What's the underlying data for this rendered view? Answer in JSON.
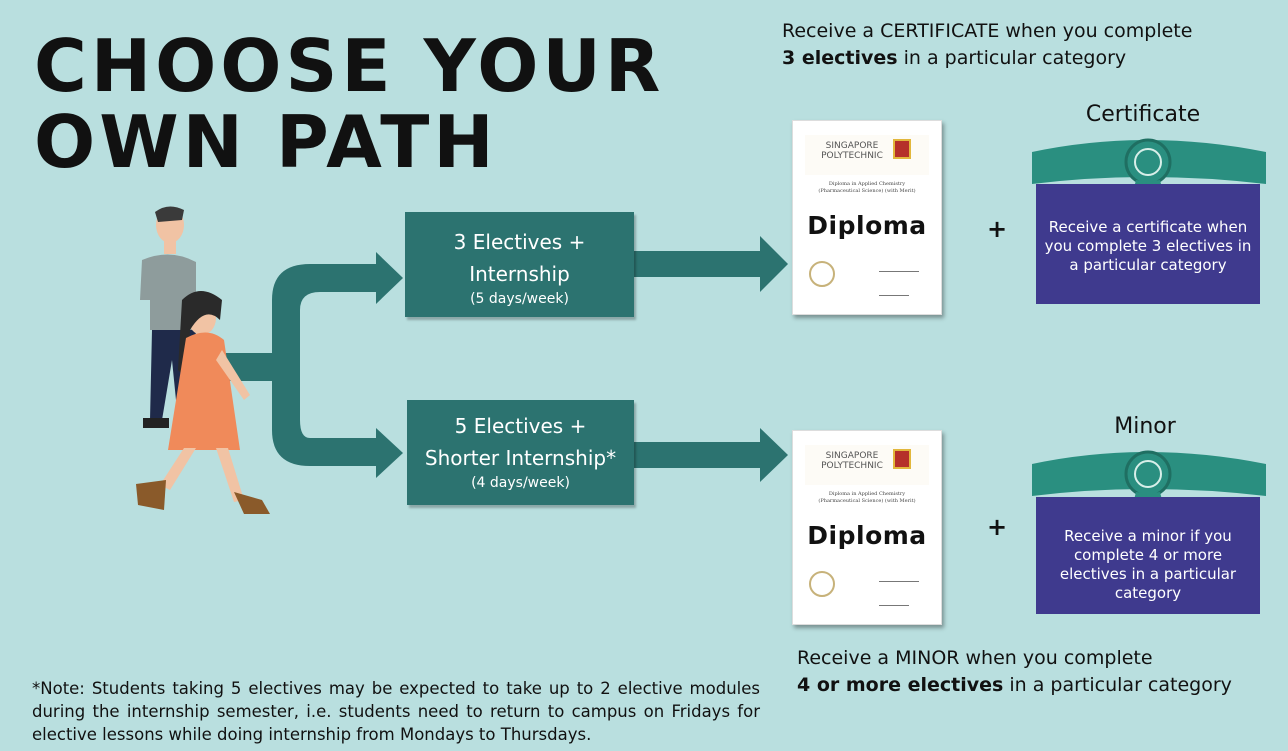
{
  "title": {
    "line1": "CHOOSE YOUR",
    "line2": "OWN PATH"
  },
  "certificate_note": {
    "line1": "Receive a CERTIFICATE when you complete",
    "line2_bold": "3 electives",
    "line2_rest": " in a particular category"
  },
  "minor_note": {
    "line1": "Receive a MINOR when you complete",
    "line2_bold": "4 or more electives",
    "line2_rest": " in a particular category"
  },
  "path1": {
    "line1": "3 Electives +",
    "line2": "Internship",
    "sub": "(5 days/week)"
  },
  "path2": {
    "line1": "5 Electives +",
    "line2": "Shorter Internship*",
    "sub": "(4 days/week)"
  },
  "diploma": {
    "org_line1": "SINGAPORE",
    "org_line2": "POLYTECHNIC",
    "small_text": "Diploma in Applied Chemistry (Pharmaceutical Science) (with Merit)",
    "word": "Diploma"
  },
  "plus_sign": "+",
  "certificate": {
    "title": "Certificate",
    "text": "Receive a certificate when you complete 3 electives in a particular category"
  },
  "minor": {
    "title": "Minor",
    "text": "Receive a minor if you complete 4 or more electives in a particular category"
  },
  "footnote": "*Note: Students taking 5 electives may be expected to take up to 2 elective modules during the internship semester, i.e. students need to return to campus on Fridays for elective lessons while doing internship from Mondays to Thursdays.",
  "colors": {
    "background": "#b9dfdf",
    "path_teal": "#2c7370",
    "award_purple": "#3f3a8e",
    "ribbon_green": "#2a8f80"
  },
  "icons": [
    "people-walking-illustration",
    "arrow-right-icon",
    "ribbon-rosette-icon",
    "diploma-seal-icon"
  ]
}
